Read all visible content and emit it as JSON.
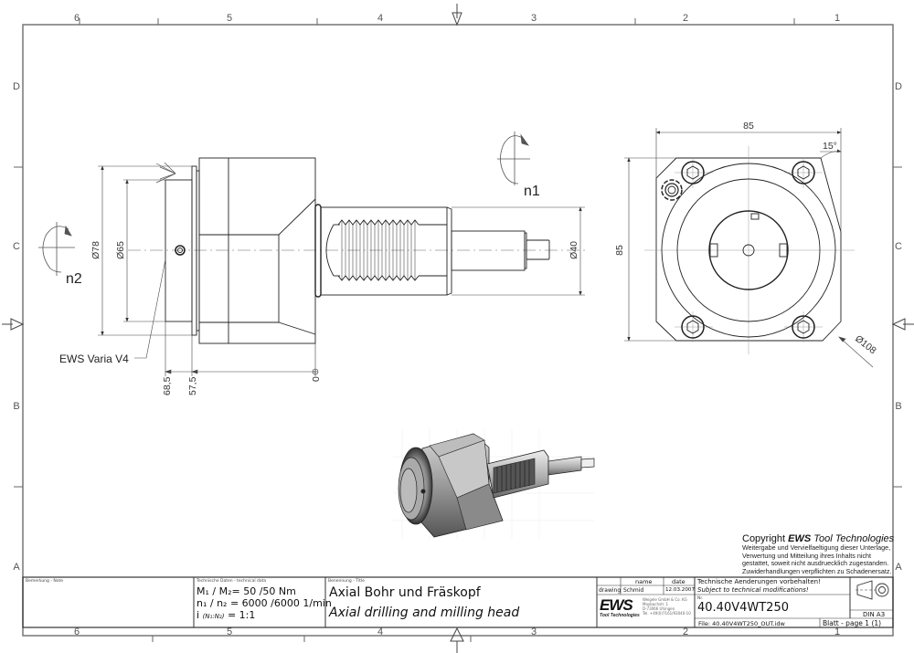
{
  "sheet": {
    "column_zones": [
      "6",
      "5",
      "4",
      "3",
      "2",
      "1"
    ],
    "row_zones": [
      "D",
      "C",
      "B",
      "A"
    ],
    "line_color": "#333333"
  },
  "views": {
    "side_view": {
      "rotation_label": "n2",
      "dim_outer": "Ø78",
      "dim_inner": "Ø65",
      "dim_shaft": "Ø40",
      "pos_left": "68,5",
      "pos_mid": "57,5",
      "pos_zero": "0",
      "callout": "EWS Varia V4"
    },
    "top_rotation_label": "n1",
    "front_view": {
      "width_dim": "85",
      "height_dim": "85",
      "angle_dim": "15°",
      "diameter_dim": "Ø108"
    }
  },
  "copyright": {
    "prefix": "Copyright ",
    "brand": "EWS",
    "suffix": " Tool Technologies",
    "lines": [
      "Weitergabe und Vervielfaeltigung dieser Unterlage,",
      "Verwertung und Mitteilung ihres Inhalts nicht",
      "gestattet, soweit nicht ausdruecklich zugestanden.",
      "Zuwiderhandlungen verpflichten zu Schadenersatz."
    ]
  },
  "title_block": {
    "note_label": "Bemerkung - Note",
    "tech_label": "Technische Daten - technical data",
    "tech_line1": "M₁ / M₂= 50  /50  Nm",
    "tech_line2": "n₁ / n₂ = 6000 /6000  1/min",
    "tech_line3_prefix": "i",
    "tech_line3_sub": "(N₁:N₂)",
    "tech_line3_value": "= 1:1",
    "title_label": "Benennung - Title",
    "title_de": "Axial Bohr und Fräskopf",
    "title_en": "Axial drilling and milling head",
    "col_name": "name",
    "col_date": "date",
    "row_drawing": "drawing",
    "drawn_by": "Schmid",
    "drawn_date": "12.03.2007",
    "logo_text": "EWS",
    "logo_sub": "Tool Technologies",
    "company_lines": [
      "Weigele GmbH & Co. KG",
      "Maybachstr. 1",
      "D-73066 Uhingen",
      "Tel. +49(0)7161/93040-10"
    ],
    "notice_de": "Technische Aenderungen vorbehalten!",
    "notice_en": "Subject to technical modifications!",
    "nr_label": "Nr.",
    "part_number": "40.40V4WT250",
    "file": "File: 40.40V4WT250_OUT.idw",
    "page": "Blatt - page  1 (1)",
    "format": "DIN A3"
  }
}
